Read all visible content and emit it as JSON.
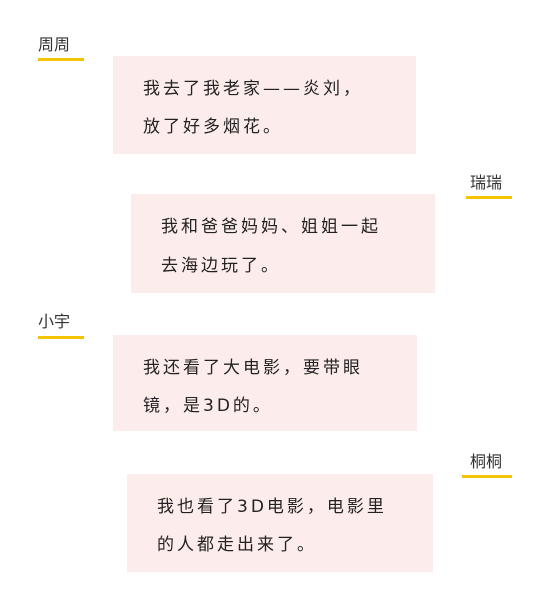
{
  "messages": [
    {
      "speaker": "周周",
      "lines": [
        "我去了我老家——炎刘，",
        "放了好多烟花。"
      ]
    },
    {
      "speaker": "瑞瑞",
      "lines": [
        "我和爸爸妈妈、姐姐一起",
        "去海边玩了。"
      ]
    },
    {
      "speaker": "小宇",
      "lines": [
        "我还看了大电影，要带眼",
        "镜，是3D的。"
      ]
    },
    {
      "speaker": "桐桐",
      "lines": [
        "我也看了3D电影，电影里",
        "的人都走出来了。"
      ]
    }
  ],
  "colors": {
    "bubble_background": "#fdecec",
    "name_underline": "#f5c400"
  }
}
